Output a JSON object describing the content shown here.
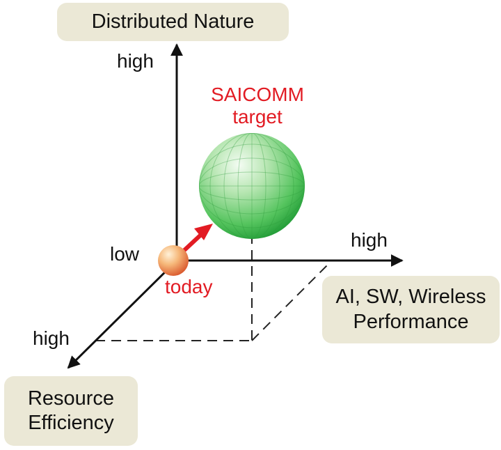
{
  "axes": {
    "vertical": {
      "name": "Distributed Nature",
      "high_label": "high"
    },
    "horizontal": {
      "name_line1": "AI, SW, Wireless",
      "name_line2": "Performance",
      "high_label": "high"
    },
    "depth": {
      "name_line1": "Resource",
      "name_line2": "Efficiency",
      "high_label": "high"
    },
    "origin_label": "low"
  },
  "points": {
    "current": {
      "label": "today"
    },
    "goal": {
      "label_line1": "SAICOMM",
      "label_line2": "target"
    }
  },
  "colors": {
    "accent_red": "#e21b23",
    "box_fill": "#ebe8d6",
    "sphere_green": "#3dbb4a",
    "sphere_orange": "#e8733a"
  }
}
